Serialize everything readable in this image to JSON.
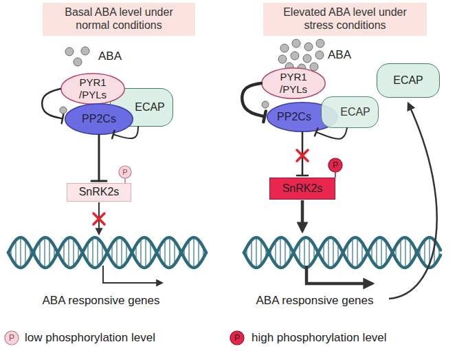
{
  "diagram": {
    "nodes": [
      {
        "text": [
          "Basal ABA level under normal conditions"
        ]
      },
      {
        "text": [
          "PYR1 /PYLs"
        ]
      },
      {
        "text": [
          "PP2Cs"
        ]
      },
      {
        "text": [
          "ECAP"
        ]
      },
      {
        "text": [
          "SnRK2s"
        ]
      },
      {
        "text": [
          "Elevated ABA level under stress conditions"
        ]
      },
      {
        "text": [
          "PYR1 /PYLs"
        ]
      },
      {
        "text": [
          "PP2Cs"
        ]
      },
      {
        "text": [
          "ECAP"
        ]
      },
      {
        "text": [
          "SnRK2s"
        ]
      },
      {
        "text": [
          "ECAP"
        ]
      }
    ],
    "edges": [
      {
        "from": 1,
        "to": 2,
        "arrow": "to"
      },
      {
        "from": 3,
        "to": 2,
        "arrow": "to"
      },
      {
        "from": 2,
        "to": 4,
        "arrow": "to"
      },
      {
        "from": 6,
        "to": 7,
        "arrow": "to"
      },
      {
        "from": 8,
        "to": 7,
        "arrow": "to"
      },
      {
        "from": 7,
        "to": 9,
        "arrow": "to"
      }
    ],
    "labels": [
      "ABA",
      "ABA",
      "P",
      "P",
      "ABA responsive genes",
      "ABA responsive genes",
      "P",
      "P"
    ],
    "legend": [
      {
        "text": "low phosphorylation level",
        "color": "#f7d3da"
      },
      {
        "text": "high phosphorylation level",
        "color": "#e8234a"
      }
    ]
  }
}
